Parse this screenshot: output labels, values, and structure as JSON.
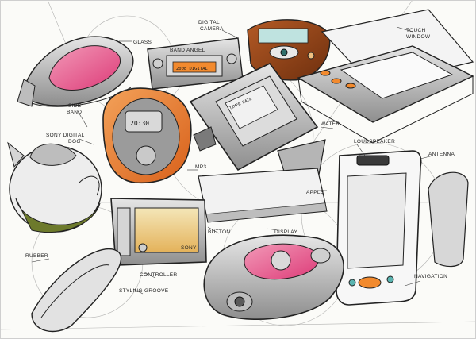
{
  "labels": {
    "glass": "GLASS",
    "digital_camera": "DIGITAL\nCAMERA",
    "touch_window": "TOUCH\nWINDOW",
    "side_band": "SIDE\nBAND",
    "sony_digital_dog": "SONY DIGITAL\nDOG",
    "mp3": "MP3",
    "water": "WATER",
    "loudspeaker": "LOUDSPEAKER",
    "antenna": "ANTENNA",
    "apple": "APPLE",
    "button": "BUTTON",
    "display": "DISPLAY",
    "rubber": "RUBBER",
    "controller": "CONTROLLER",
    "styling_groove": "STYLING GROOVE",
    "navigation": "NAVIGATION",
    "sony": "SONY",
    "band_angel": "BAND ANGEL"
  },
  "screens": {
    "mp3_time": "20:30",
    "camera_screen": "2008 DIGITAL",
    "watch_screen": "TIMER DATA"
  },
  "colors": {
    "orange": "#e8731e",
    "pink": "#e94b86",
    "olive": "#6d7a2c",
    "brown": "#8a3d12",
    "teal": "#5ab4b0",
    "grey": "#9a9a9a",
    "dark_grey": "#3a3a3a"
  }
}
